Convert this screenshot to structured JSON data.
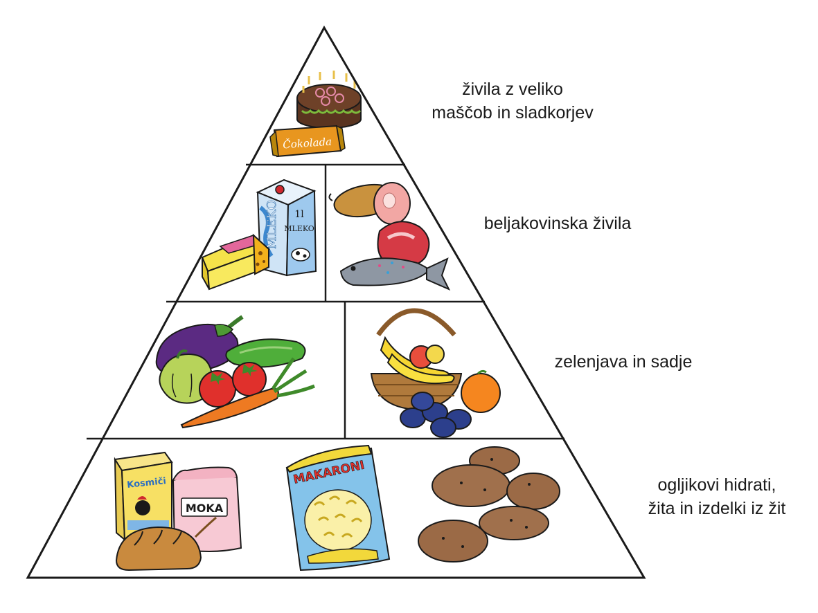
{
  "tiers": [
    {
      "id": "fats-sugars",
      "label_lines": [
        "živila z veliko",
        "maščob in sladkorjev"
      ],
      "foods": [
        "cake",
        "chocolate-bar"
      ],
      "chocolate_text": "Čokolada"
    },
    {
      "id": "protein",
      "label_lines": [
        "beljakovinska živila"
      ],
      "foods": [
        "milk-carton",
        "cheese",
        "ham",
        "meat",
        "fish"
      ],
      "milk_text": "MLEKO",
      "milk_volume": "1l"
    },
    {
      "id": "fruit-veg",
      "label_lines": [
        "zelenjava in sadje"
      ],
      "foods": [
        "eggplant",
        "cucumber",
        "pepper",
        "tomatoes",
        "carrot",
        "fruit-basket",
        "orange",
        "plums"
      ]
    },
    {
      "id": "carbs",
      "label_lines": [
        "ogljikovi hidrati,",
        "žita in izdelki iz žit"
      ],
      "foods": [
        "cereal-box",
        "flour-bag",
        "bread",
        "pasta-bag",
        "potatoes"
      ],
      "cereal_text": "Kosmiči",
      "flour_text": "MOKA",
      "pasta_text": "MAKARONI"
    }
  ],
  "colors": {
    "outline": "#1a1a1a",
    "background": "#ffffff"
  }
}
